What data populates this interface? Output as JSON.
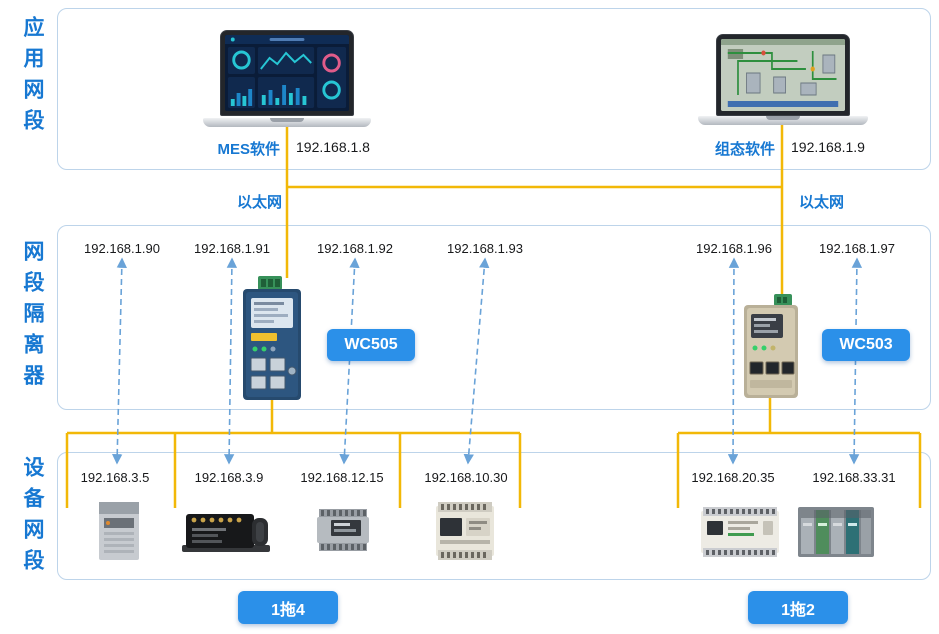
{
  "diagram": {
    "sections": {
      "app": {
        "title": "应用网段",
        "hosts": [
          {
            "label": "MES软件",
            "ip": "192.168.1.8"
          },
          {
            "label": "组态软件",
            "ip": "192.168.1.9"
          }
        ],
        "ethernet_label": "以太网"
      },
      "isolator": {
        "title": "网段隔离器",
        "ips": [
          "192.168.1.90",
          "192.168.1.91",
          "192.168.1.92",
          "192.168.1.93",
          "192.168.1.96",
          "192.168.1.97"
        ],
        "gateways": [
          {
            "model": "WC505"
          },
          {
            "model": "WC503"
          }
        ]
      },
      "devices": {
        "title": "设备网段",
        "ips": [
          "192.168.3.5",
          "192.168.3.9",
          "192.168.12.15",
          "192.168.10.30",
          "192.168.20.35",
          "192.168.33.31"
        ]
      }
    },
    "footer_badges": [
      {
        "label": "1拖4"
      },
      {
        "label": "1拖2"
      }
    ],
    "colors": {
      "accent_text_blue": "#1778d2",
      "badge_blue": "#2b90e9",
      "ethernet_line_yellow": "#f2b807",
      "mapping_arrow_blue": "#6aa3d8",
      "section_border": "#bdd4ea"
    }
  }
}
